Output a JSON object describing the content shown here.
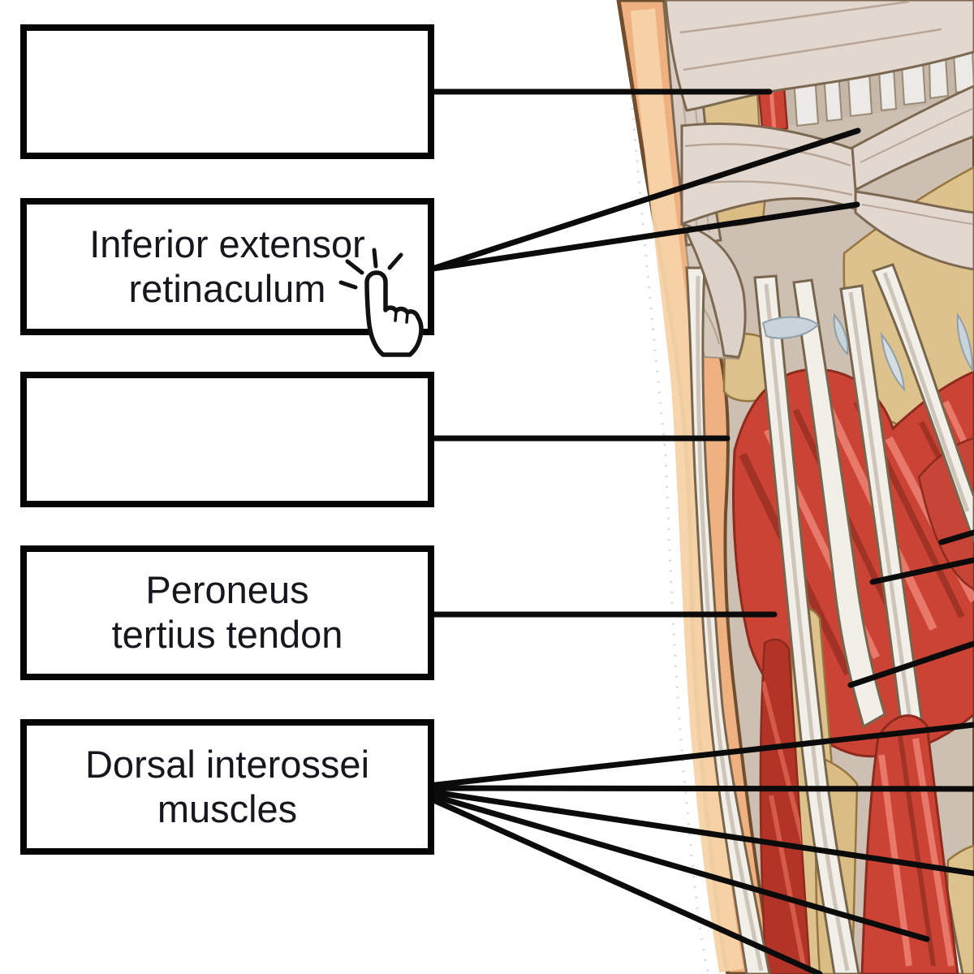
{
  "quiz": {
    "type": "anatomy-labeling-exercise",
    "illustration_name": "dorsal-foot-and-ankle-dissection"
  },
  "boxes": [
    {
      "label": "",
      "filled": false
    },
    {
      "label": "Inferior extensor\nretinaculum",
      "filled": true
    },
    {
      "label": "",
      "filled": false
    },
    {
      "label": "Peroneus\ntertius tendon",
      "filled": true
    },
    {
      "label": "Dorsal interossei\nmuscles",
      "filled": true
    }
  ],
  "cursor": {
    "icon": "click-hand-icon"
  },
  "colors": {
    "box_border": "#050505",
    "leader_line": "#0b0b0b",
    "label_text": "#16161e",
    "skin": "#f0b181",
    "skin_light": "#f7d3a8",
    "outline_brown": "#6e4e2f",
    "bone_tan": "#ddc28c",
    "muscle_red": "#cb4335",
    "muscle_red_dark": "#a03226",
    "muscle_red_light": "#e8796a",
    "tendon_white": "#f2efe9",
    "retinaculum_cream": "#e3d8d0",
    "ligament_blue": "#c9d4da"
  }
}
